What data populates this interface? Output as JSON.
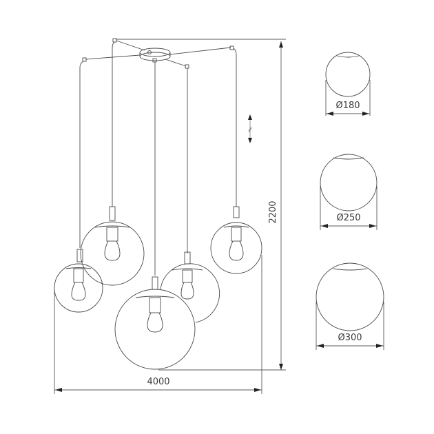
{
  "drawing": {
    "title": "Pendant chandelier with 5 glass globe shades — dimension drawing",
    "overall_width_label": "4000",
    "overall_height_label": "2200",
    "adjustable_height_symbol": "adjustable-height-arrows"
  },
  "shades": [
    {
      "label": "Ø180"
    },
    {
      "label": "Ø250"
    },
    {
      "label": "Ø300"
    }
  ],
  "colors": {
    "line": "#4a4a4a",
    "background": "#ffffff"
  }
}
